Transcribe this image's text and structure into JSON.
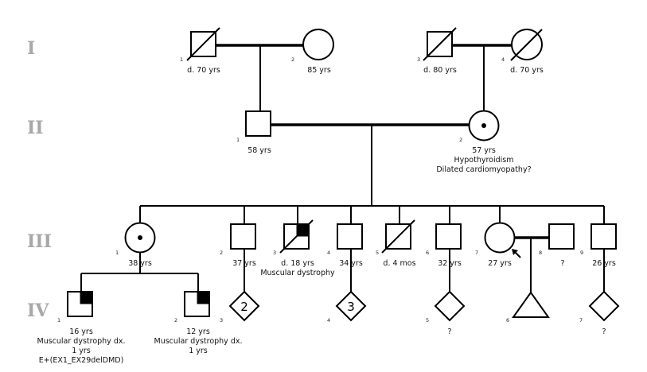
{
  "generations": [
    "I",
    "II",
    "III",
    "IV"
  ],
  "individuals": {
    "I-1": {
      "number": "1",
      "sex": "male",
      "deceased": true,
      "labels": [
        "d. 70 yrs"
      ]
    },
    "I-2": {
      "number": "2",
      "sex": "female",
      "deceased": false,
      "labels": [
        "85 yrs"
      ]
    },
    "I-3": {
      "number": "3",
      "sex": "male",
      "deceased": true,
      "labels": [
        "d. 80 yrs"
      ]
    },
    "I-4": {
      "number": "4",
      "sex": "female",
      "deceased": true,
      "labels": [
        "d. 70 yrs"
      ]
    },
    "II-1": {
      "number": "1",
      "sex": "male",
      "deceased": false,
      "labels": [
        "58 yrs"
      ]
    },
    "II-2": {
      "number": "2",
      "sex": "female",
      "carrier": true,
      "labels": [
        "57 yrs",
        "Hypothyroidism",
        "Dilated cardiomyopathy?"
      ]
    },
    "III-1": {
      "number": "1",
      "sex": "female",
      "carrier": true,
      "labels": [
        "38 yrs"
      ]
    },
    "III-2": {
      "number": "2",
      "sex": "male",
      "labels": [
        "37 yrs"
      ]
    },
    "III-3": {
      "number": "3",
      "sex": "male",
      "deceased": true,
      "affected": "upper-right-quadrant",
      "labels": [
        "d. 18 yrs",
        "Muscular dystrophy"
      ]
    },
    "III-4": {
      "number": "4",
      "sex": "male",
      "labels": [
        "34 yrs"
      ]
    },
    "III-5": {
      "number": "5",
      "sex": "male",
      "deceased": true,
      "labels": [
        "d. 4 mos"
      ]
    },
    "III-6": {
      "number": "6",
      "sex": "male",
      "labels": [
        "32 yrs"
      ]
    },
    "III-7": {
      "number": "7",
      "sex": "female",
      "proband": true,
      "labels": [
        "27 yrs"
      ]
    },
    "III-8": {
      "number": "8",
      "sex": "male",
      "labels": [
        "?"
      ]
    },
    "III-9": {
      "number": "9",
      "sex": "male",
      "labels": [
        "26 yrs"
      ]
    },
    "IV-1": {
      "number": "1",
      "sex": "male",
      "affected": "upper-right-quadrant",
      "labels": [
        "16 yrs",
        "Muscular dystrophy dx.",
        "1 yrs",
        "E+(EX1_EX29delDMD)"
      ]
    },
    "IV-2": {
      "number": "2",
      "sex": "male",
      "affected": "upper-right-quadrant",
      "labels": [
        "12 yrs",
        "Muscular dystrophy dx.",
        "1 yrs"
      ]
    },
    "IV-3": {
      "number": "3",
      "sex": "unknown",
      "count": "2",
      "labels": []
    },
    "IV-4": {
      "number": "4",
      "sex": "unknown",
      "count": "3",
      "labels": []
    },
    "IV-5": {
      "number": "5",
      "sex": "unknown",
      "labels": [
        "?"
      ]
    },
    "IV-6": {
      "number": "6",
      "sex": "pregnancy-loss",
      "labels": []
    },
    "IV-7": {
      "number": "7",
      "sex": "unknown",
      "labels": [
        "?"
      ]
    }
  }
}
